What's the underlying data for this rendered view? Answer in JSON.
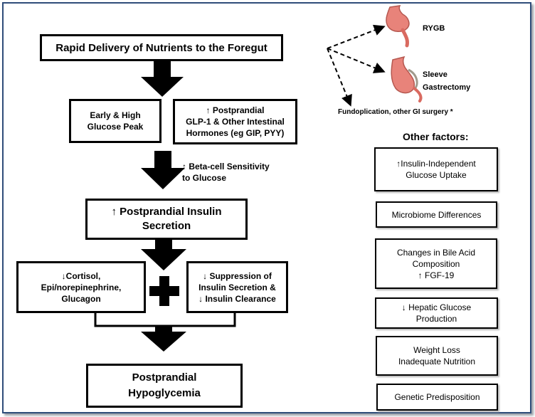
{
  "flow": {
    "top": "Rapid Delivery of Nutrients to the Foregut",
    "glucose_peak": "Early & High\nGlucose Peak",
    "hormones": "↑ Postprandial\nGLP-1 & Other Intestinal\nHormones (eg GIP, PYY)",
    "beta_cell": "↑ Beta-cell Sensitivity\nto Glucose",
    "insulin_secretion": "↑ Postprandial Insulin\nSecretion",
    "cortisol": "↓Cortisol,\nEpi/norepinephrine,\nGlucagon",
    "suppression": "↓ Suppression of\nInsulin Secretion &\n↓ Insulin Clearance",
    "result": "Postprandial\nHypoglycemia"
  },
  "surgery": {
    "rygb": "RYGB",
    "sleeve": "Sleeve\nGastrectomy",
    "other": "Fundoplication, other GI surgery *"
  },
  "other_factors": {
    "title": "Other factors:",
    "items": [
      "↑Insulin-Independent\nGlucose Uptake",
      "Microbiome Differences",
      "Changes in Bile Acid\nComposition\n↑ FGF-19",
      "↓ Hepatic Glucose\nProduction",
      "Weight Loss\nInadequate Nutrition",
      "Genetic Predisposition"
    ]
  },
  "colors": {
    "frame": "#2f4d7a",
    "stomach": "#e8837a",
    "arrow": "#000000"
  },
  "icons": [
    "stomach-rygb-icon",
    "stomach-sleeve-icon",
    "plus-icon",
    "down-arrow-icon"
  ]
}
